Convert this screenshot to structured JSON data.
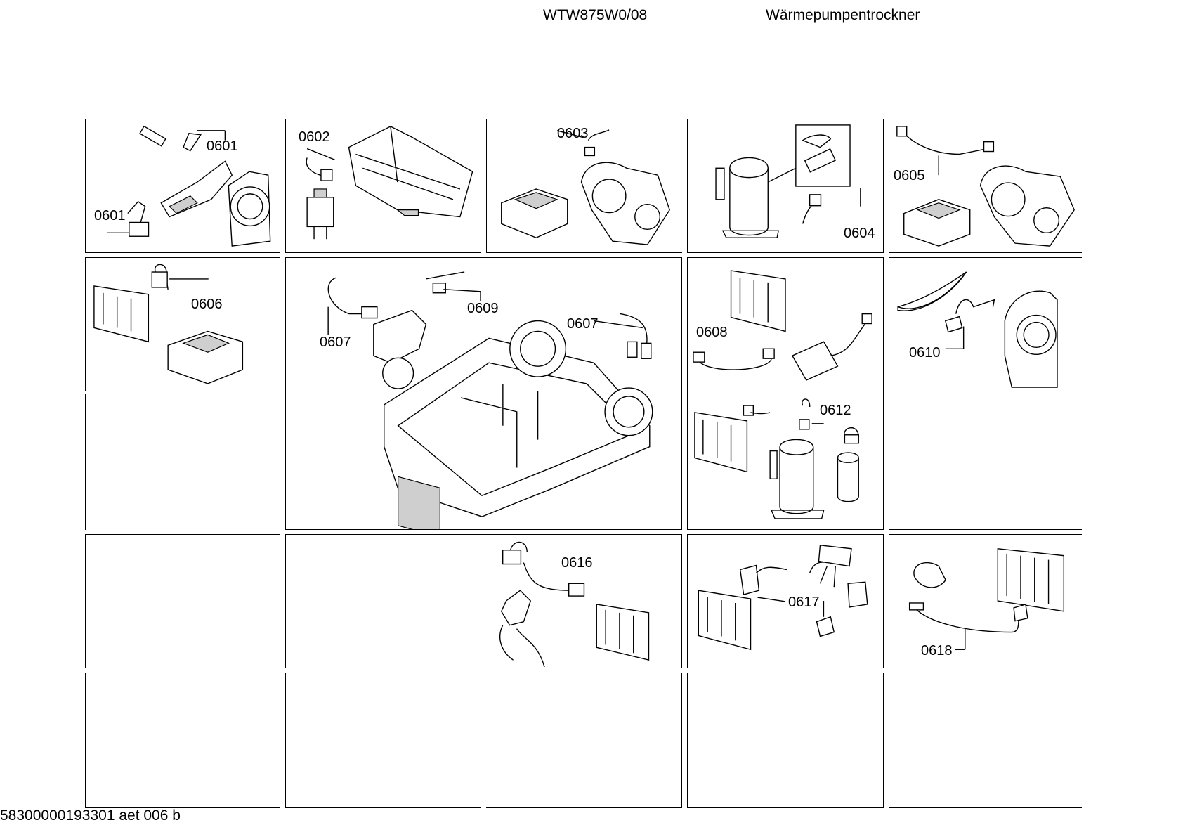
{
  "header": {
    "model": "WTW875W0/08",
    "type": "Wärmepumpentrockner"
  },
  "footer": {
    "doc_id": "58300000193301 aet 006 b"
  },
  "labels": {
    "c1": [
      "0601",
      "0601"
    ],
    "c2": [
      "0602"
    ],
    "c3": [
      "0603"
    ],
    "c4": [
      "0604"
    ],
    "c5": [
      "0605"
    ],
    "c6": [
      "0606"
    ],
    "c7": [
      "0607",
      "0609",
      "0607"
    ],
    "c8": [
      "0608"
    ],
    "c9": [
      "0610"
    ],
    "c10": [
      "0612"
    ],
    "c11": [
      "0616"
    ],
    "c12": [
      "0617"
    ],
    "c13": [
      "0618"
    ]
  }
}
